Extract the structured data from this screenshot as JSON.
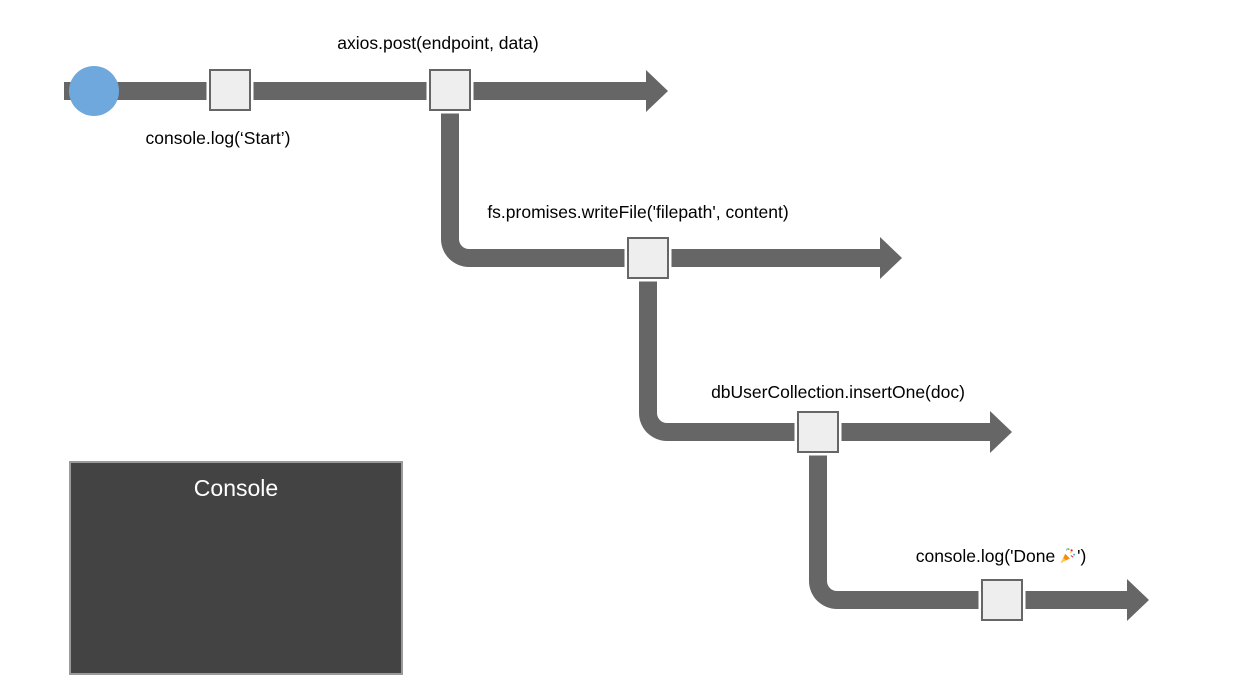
{
  "palette": {
    "connector_gray": "#666666",
    "task_fill": "#eeeeee",
    "task_border": "#666666",
    "start_node_blue": "#6fa8dc",
    "console_bg": "#434343",
    "console_border": "#9a9a9a",
    "console_text": "#ffffff",
    "label_color": "#000000"
  },
  "flow": {
    "steps": [
      {
        "id": "console-start",
        "label": "console.log(‘Start’)",
        "label_position": "below-arrow"
      },
      {
        "id": "axios-post",
        "label": "axios.post(endpoint, data)",
        "label_position": "above-arrow"
      },
      {
        "id": "write-file",
        "label": "fs.promises.writeFile('filepath', content)",
        "label_position": "above-arrow"
      },
      {
        "id": "insert-one",
        "label": "dbUserCollection.insertOne(doc)",
        "label_position": "above-arrow"
      },
      {
        "id": "console-done",
        "label_before": "console.log('Done ",
        "label_emoji": "🎉",
        "label_after": "')",
        "label_position": "above-arrow"
      }
    ]
  },
  "console_panel": {
    "title": "Console"
  }
}
